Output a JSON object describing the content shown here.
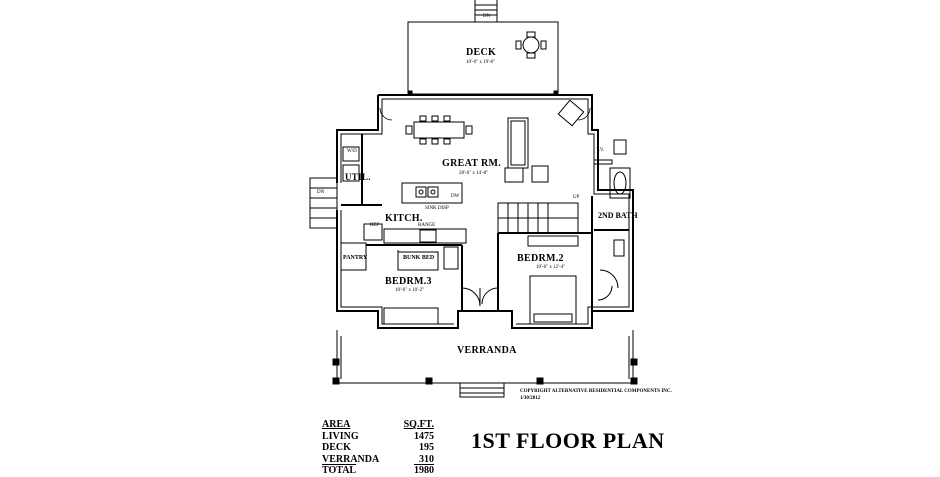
{
  "rooms": {
    "deck": {
      "name": "DECK",
      "dim": "10'-0\" x 19'-6\""
    },
    "great_room": {
      "name": "GREAT RM.",
      "dim": "28'-6\" x 14'-8\""
    },
    "kitchen": {
      "name": "KITCH."
    },
    "utility": {
      "name": "UTIL."
    },
    "pantry": {
      "name": "PANTRY"
    },
    "bunk_bed": {
      "name": "BUNK BED"
    },
    "bedroom3": {
      "name": "BEDRM.3",
      "dim": "10'-6\" x 10'-2\""
    },
    "bedroom2": {
      "name": "BEDRM.2",
      "dim": "10'-6\" x 12'-4\""
    },
    "bath2": {
      "name": "2ND BATH"
    },
    "verranda": {
      "name": "VERRANDA"
    }
  },
  "fixtures": {
    "wd": "W/D",
    "ref": "REF",
    "range": "RANGE",
    "sink_disp": "SINK DISP",
    "dw": "DW",
    "tv": "T.V.",
    "up": "UP",
    "dn_top": "DN",
    "dn_left": "DN"
  },
  "copyright": {
    "line1": "COPYRIGHT ALTERNATIVE RESIDENTIAL COMPONENTS INC.",
    "line2": "1/30/2012"
  },
  "area_table": {
    "header": {
      "label": "AREA",
      "value": "SQ.FT."
    },
    "rows": [
      {
        "label": "LIVING",
        "value": "1475"
      },
      {
        "label": "DECK",
        "value": "195"
      },
      {
        "label": "VERRANDA",
        "value": "310"
      }
    ],
    "total": {
      "label": "TOTAL",
      "value": "1980"
    }
  },
  "title": "1ST FLOOR PLAN"
}
